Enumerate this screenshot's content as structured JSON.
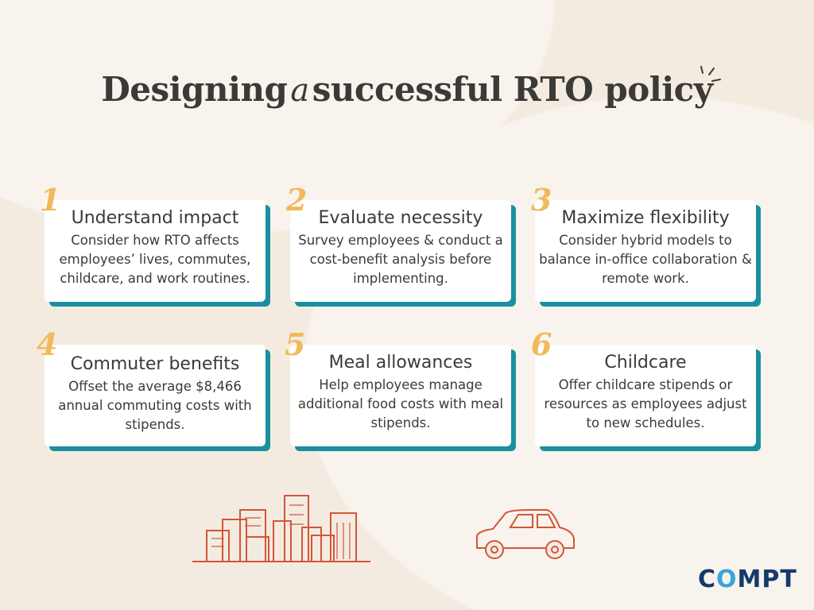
{
  "title": {
    "before": "Designing",
    "script_word": "a",
    "after": "successful RTO policy"
  },
  "cards": [
    {
      "number": "1",
      "heading": "Understand impact",
      "body": "Consider how RTO affects employees’ lives, commutes, childcare, and work routines."
    },
    {
      "number": "2",
      "heading": "Evaluate necessity",
      "body": "Survey employees & conduct a cost-benefit analysis before implementing."
    },
    {
      "number": "3",
      "heading": "Maximize flexibility",
      "body": "Consider hybrid models to balance in-office collaboration & remote work."
    },
    {
      "number": "4",
      "heading": "Commuter benefits",
      "body": "Offset the average $8,466 annual commuting costs with stipends."
    },
    {
      "number": "5",
      "heading": "Meal allowances",
      "body": "Help employees manage additional food costs with meal stipends."
    },
    {
      "number": "6",
      "heading": "Childcare",
      "body": "Offer childcare stipends or resources as employees adjust to new schedules."
    }
  ],
  "logo": {
    "c": "C",
    "o": "O",
    "rest": "MPT"
  },
  "colors": {
    "accent": "#1a8fa0",
    "number": "#f1b95a",
    "illustration": "#d4553a",
    "background": "#f4ebe0"
  }
}
